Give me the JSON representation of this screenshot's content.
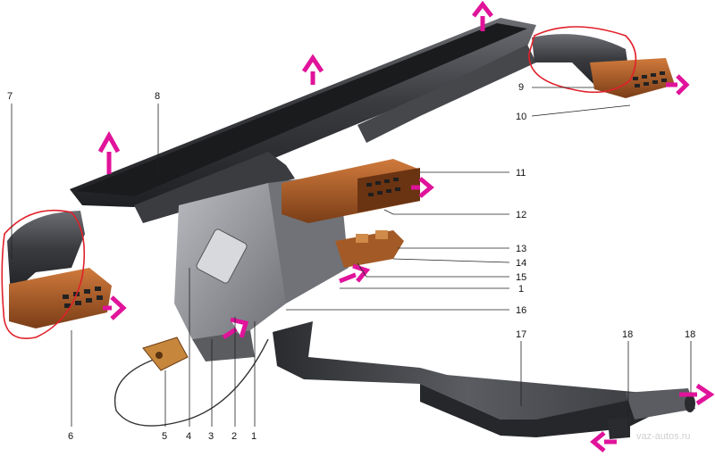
{
  "diagram": {
    "callouts": {
      "c1_right": "1",
      "c1_bottom": "1",
      "c2": "2",
      "c3": "3",
      "c4": "4",
      "c5": "5",
      "c6": "6",
      "c7": "7",
      "c8": "8",
      "c9": "9",
      "c10": "10",
      "c11": "11",
      "c12": "12",
      "c13": "13",
      "c14": "14",
      "c15": "15",
      "c16": "16",
      "c17": "17",
      "c18a": "18",
      "c18b": "18"
    },
    "watermark": "vaz-autos.ru"
  },
  "colors": {
    "duct_dark": "#2f3034",
    "duct_mid": "#55575c",
    "duct_light": "#8a8c91",
    "housing": "#9a9ca1",
    "vent_orange": "#b5652f",
    "vent_orange_dark": "#7a3d17",
    "arrow": "#e0139a",
    "highlight": "#e0202a",
    "leader": "#222222"
  }
}
